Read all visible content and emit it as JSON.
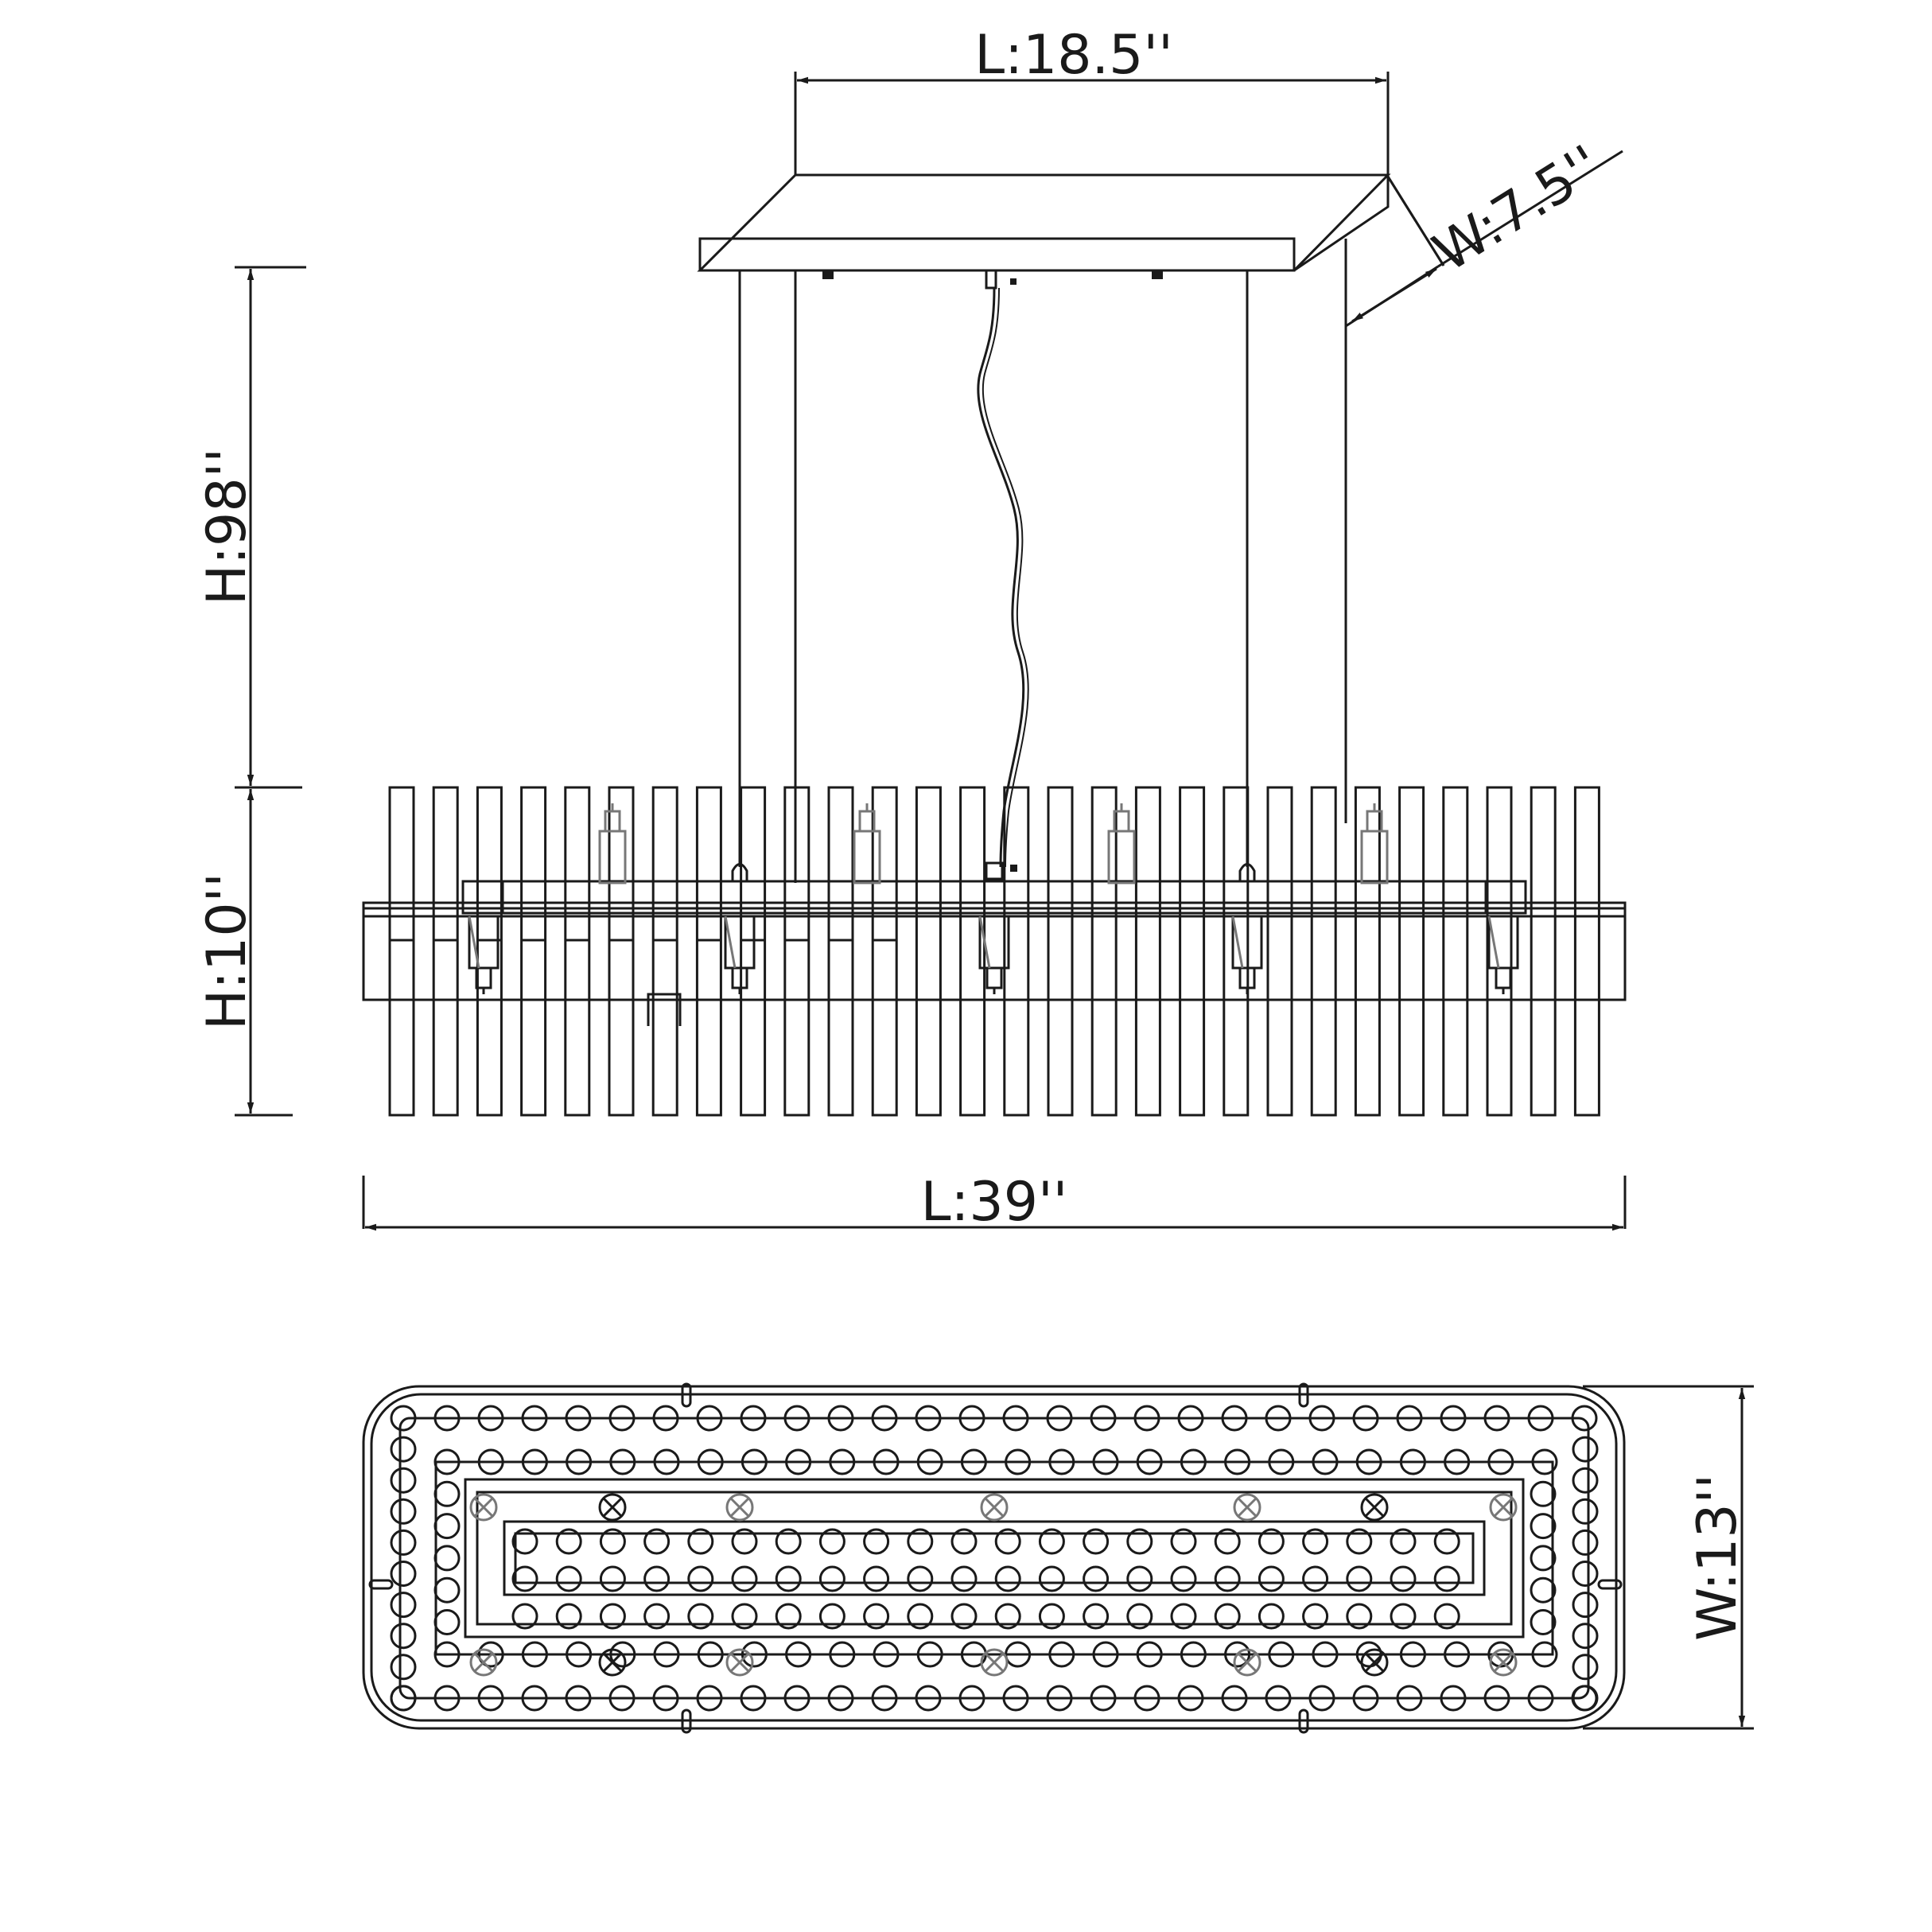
{
  "dimensions": {
    "canopy_length": "L:18.5''",
    "canopy_width": "W:7.5''",
    "overall_height": "H:98''",
    "body_height": "H:10''",
    "overall_length": "L:39''",
    "overall_width": "W:13''"
  },
  "colors": {
    "line": "#1a1a1a",
    "bulb": "#777777",
    "background": "#ffffff"
  }
}
